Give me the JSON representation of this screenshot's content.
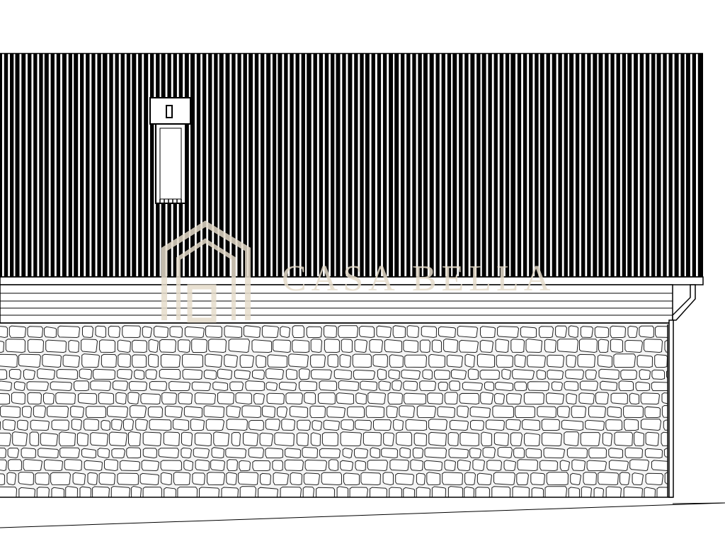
{
  "drawing": {
    "type": "building-elevation",
    "roof": {
      "material": "corrugated-metal",
      "color": "#000000"
    },
    "wall": {
      "material": "stone",
      "color": "#ffffff",
      "line_color": "#000000"
    },
    "features": [
      "chimney",
      "fascia-boards",
      "downpipe",
      "ground-line"
    ]
  },
  "watermark": {
    "brand": "CASA BELLA",
    "tagline": "",
    "icon": "house-icon",
    "color": "#e6dccb"
  }
}
